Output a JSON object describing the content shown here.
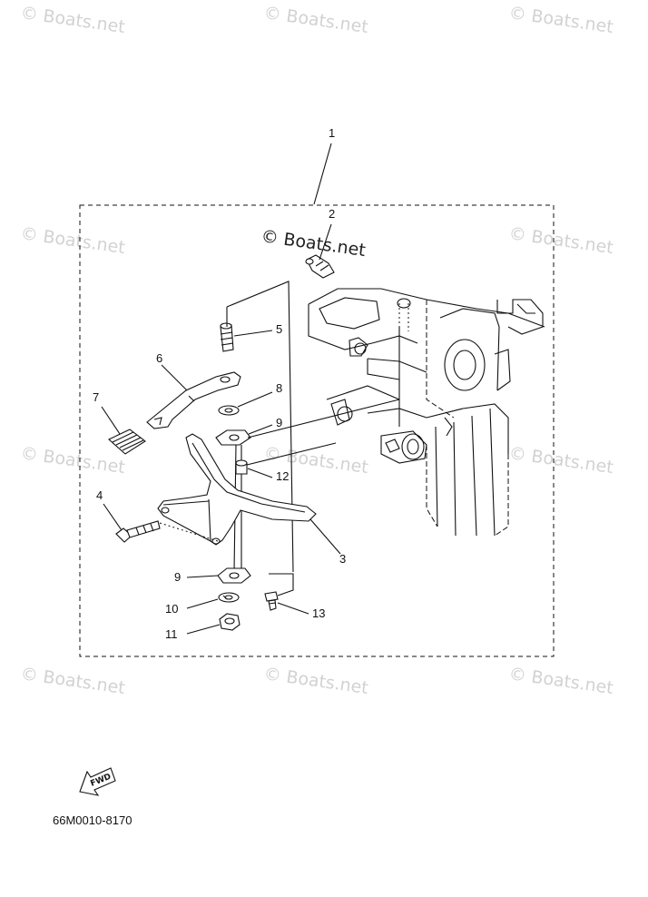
{
  "watermark": {
    "text": "© Boats.net",
    "prominent_text": "© Boats.net"
  },
  "callouts": {
    "c1": "1",
    "c2": "2",
    "c3": "3",
    "c4": "4",
    "c5": "5",
    "c6": "6",
    "c7": "7",
    "c8": "8",
    "c9a": "9",
    "c9b": "9",
    "c10": "10",
    "c11": "11",
    "c12": "12",
    "c13": "13"
  },
  "fwd_label": "FWD",
  "part_code": "66M0010-8170",
  "colors": {
    "ink": "#111111",
    "watermark": "#d2d2d2",
    "background": "#ffffff"
  }
}
